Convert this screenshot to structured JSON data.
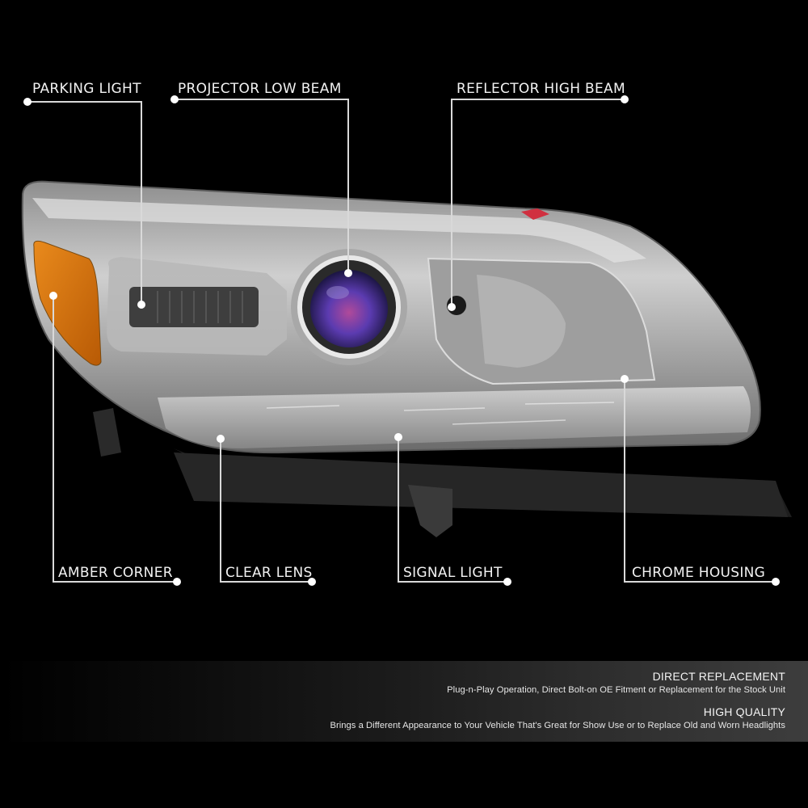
{
  "callouts": {
    "parking_light": "PARKING LIGHT",
    "projector_low_beam": "PROJECTOR LOW BEAM",
    "reflector_high_beam": "REFLECTOR HIGH BEAM",
    "amber_corner": "AMBER CORNER",
    "clear_lens": "CLEAR LENS",
    "signal_light": "SIGNAL LIGHT",
    "chrome_housing": "CHROME HOUSING"
  },
  "features": [
    {
      "title": "DIRECT REPLACEMENT",
      "description": "Plug-n-Play Operation, Direct Bolt-on OE Fitment or Replacement for the Stock Unit"
    },
    {
      "title": "HIGH QUALITY",
      "description": "Brings a Different Appearance to Your Vehicle That's Great for Show Use or to Replace Old and Worn Headlights"
    }
  ],
  "colors": {
    "background": "#000000",
    "callout_line": "#d9d9d9",
    "amber": "#d97a10",
    "projector_lens": "#5a3aa0",
    "chrome": "#bdbdbd"
  }
}
